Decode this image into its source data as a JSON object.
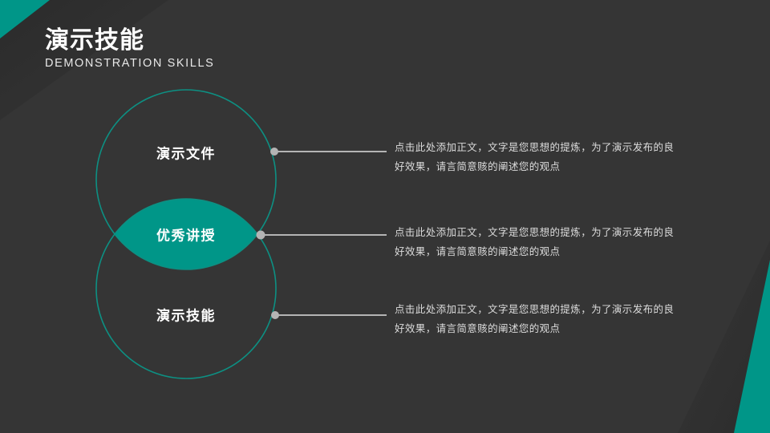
{
  "slide": {
    "background_color": "#333333",
    "accent_color": "#009688",
    "header": {
      "title_cn": "演示技能",
      "title_en": "DEMONSTRATION  SKILLS"
    },
    "venn": {
      "labels": [
        {
          "text": "演示文件",
          "region": "top-circle"
        },
        {
          "text": "优秀讲授",
          "region": "overlap-lens"
        },
        {
          "text": "演示技能",
          "region": "bottom-circle"
        }
      ]
    },
    "items": [
      {
        "body": "点击此处添加正文，文字是您思想的提炼，为了演示发布的良好效果，请言简意赅的阐述您的观点"
      },
      {
        "body": "点击此处添加正文，文字是您思想的提炼，为了演示发布的良好效果，请言简意赅的阐述您的观点"
      },
      {
        "body": "点击此处添加正文，文字是您思想的提炼，为了演示发布的良好效果，请言简意赅的阐述您的观点"
      }
    ]
  }
}
